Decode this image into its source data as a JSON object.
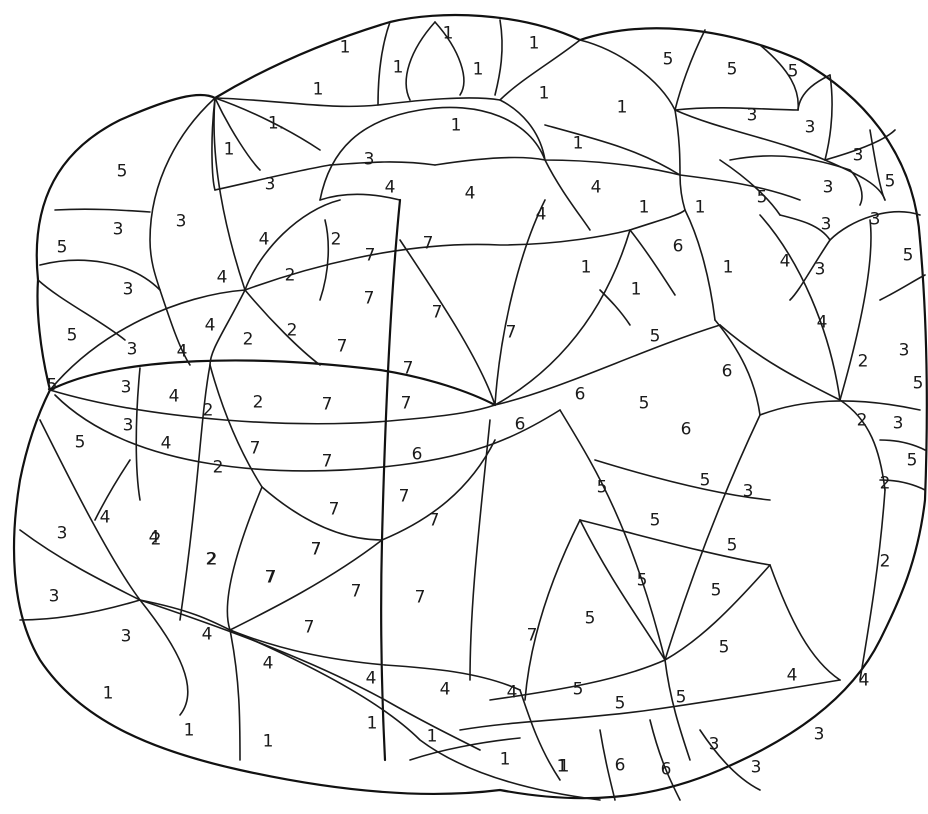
{
  "regions": [
    {
      "label": "1"
    },
    {
      "label": "1"
    },
    {
      "label": "1"
    },
    {
      "label": "1"
    },
    {
      "label": "1"
    },
    {
      "label": "5"
    },
    {
      "label": "5"
    },
    {
      "label": "5"
    },
    {
      "label": "1"
    },
    {
      "label": "1"
    },
    {
      "label": "1"
    },
    {
      "label": "3"
    },
    {
      "label": "3"
    },
    {
      "label": "5"
    },
    {
      "label": "1."
    },
    {
      "label": "1"
    },
    {
      "label": "1"
    },
    {
      "label": "3"
    },
    {
      "label": "3"
    },
    {
      "label": "1"
    },
    {
      "label": "3"
    },
    {
      "label": "4"
    },
    {
      "label": "4"
    },
    {
      "label": "4"
    },
    {
      "label": "1"
    },
    {
      "label": "1"
    },
    {
      "label": "5"
    },
    {
      "label": "3"
    },
    {
      "label": "5"
    },
    {
      "label": "5"
    },
    {
      "label": "3"
    },
    {
      "label": "3"
    },
    {
      "label": "4"
    },
    {
      "label": "2"
    },
    {
      "label": "7"
    },
    {
      "label": "7"
    },
    {
      "label": "4"
    },
    {
      "label": "1"
    },
    {
      "label": "6"
    },
    {
      "label": "1"
    },
    {
      "label": "4"
    },
    {
      "label": "3"
    },
    {
      "label": "3"
    },
    {
      "label": "5"
    },
    {
      "label": "3"
    },
    {
      "label": "4"
    },
    {
      "label": "2"
    },
    {
      "label": "7"
    },
    {
      "label": "7"
    },
    {
      "label": "1"
    },
    {
      "label": "3"
    },
    {
      "label": "5"
    },
    {
      "label": "4"
    },
    {
      "label": "2"
    },
    {
      "label": "2"
    },
    {
      "label": "7"
    },
    {
      "label": "7"
    },
    {
      "label": "5"
    },
    {
      "label": "4"
    },
    {
      "label": "3"
    },
    {
      "label": "4"
    },
    {
      "label": "7"
    },
    {
      "label": "6"
    },
    {
      "label": "2"
    },
    {
      "label": "3"
    },
    {
      "label": "5"
    },
    {
      "label": "3"
    },
    {
      "label": "4"
    },
    {
      "label": "2"
    },
    {
      "label": "2"
    },
    {
      "label": "7"
    },
    {
      "label": "7"
    },
    {
      "label": "6"
    },
    {
      "label": "6"
    },
    {
      "label": "5"
    },
    {
      "label": "5"
    },
    {
      "label": "3"
    },
    {
      "label": "4"
    },
    {
      "label": "2"
    },
    {
      "label": "7"
    },
    {
      "label": "7"
    },
    {
      "label": "2"
    },
    {
      "label": "3"
    },
    {
      "label": "6"
    },
    {
      "label": "5"
    },
    {
      "label": "4"
    },
    {
      "label": "2"
    },
    {
      "label": "2"
    },
    {
      "label": "7"
    },
    {
      "label": "7"
    },
    {
      "label": "6"
    },
    {
      "label": "5"
    },
    {
      "label": "5"
    },
    {
      "label": "3"
    },
    {
      "label": "5"
    },
    {
      "label": "2"
    },
    {
      "label": "7"
    },
    {
      "label": "7"
    },
    {
      "label": "7"
    },
    {
      "label": "5"
    },
    {
      "label": "5"
    },
    {
      "label": "3"
    },
    {
      "label": "4"
    },
    {
      "label": "2"
    },
    {
      "label": "7"
    },
    {
      "label": "7"
    },
    {
      "label": "5"
    },
    {
      "label": "2"
    },
    {
      "label": "3"
    },
    {
      "label": "7"
    },
    {
      "label": "7"
    },
    {
      "label": "5"
    },
    {
      "label": "5"
    },
    {
      "label": "3"
    },
    {
      "label": "4"
    },
    {
      "label": "7"
    },
    {
      "label": "7"
    },
    {
      "label": "5"
    },
    {
      "label": "1"
    },
    {
      "label": "4"
    },
    {
      "label": "4"
    },
    {
      "label": "4"
    },
    {
      "label": "4"
    },
    {
      "label": "5"
    },
    {
      "label": "5"
    },
    {
      "label": "5"
    },
    {
      "label": "4"
    },
    {
      "label": "4"
    },
    {
      "label": "1"
    },
    {
      "label": "1"
    },
    {
      "label": "1"
    },
    {
      "label": "1"
    },
    {
      "label": "1"
    },
    {
      "label": "3"
    },
    {
      "label": "1"
    },
    {
      "label": "1"
    },
    {
      "label": "6"
    },
    {
      "label": "6"
    },
    {
      "label": "3"
    },
    {
      "label": "3"
    }
  ]
}
